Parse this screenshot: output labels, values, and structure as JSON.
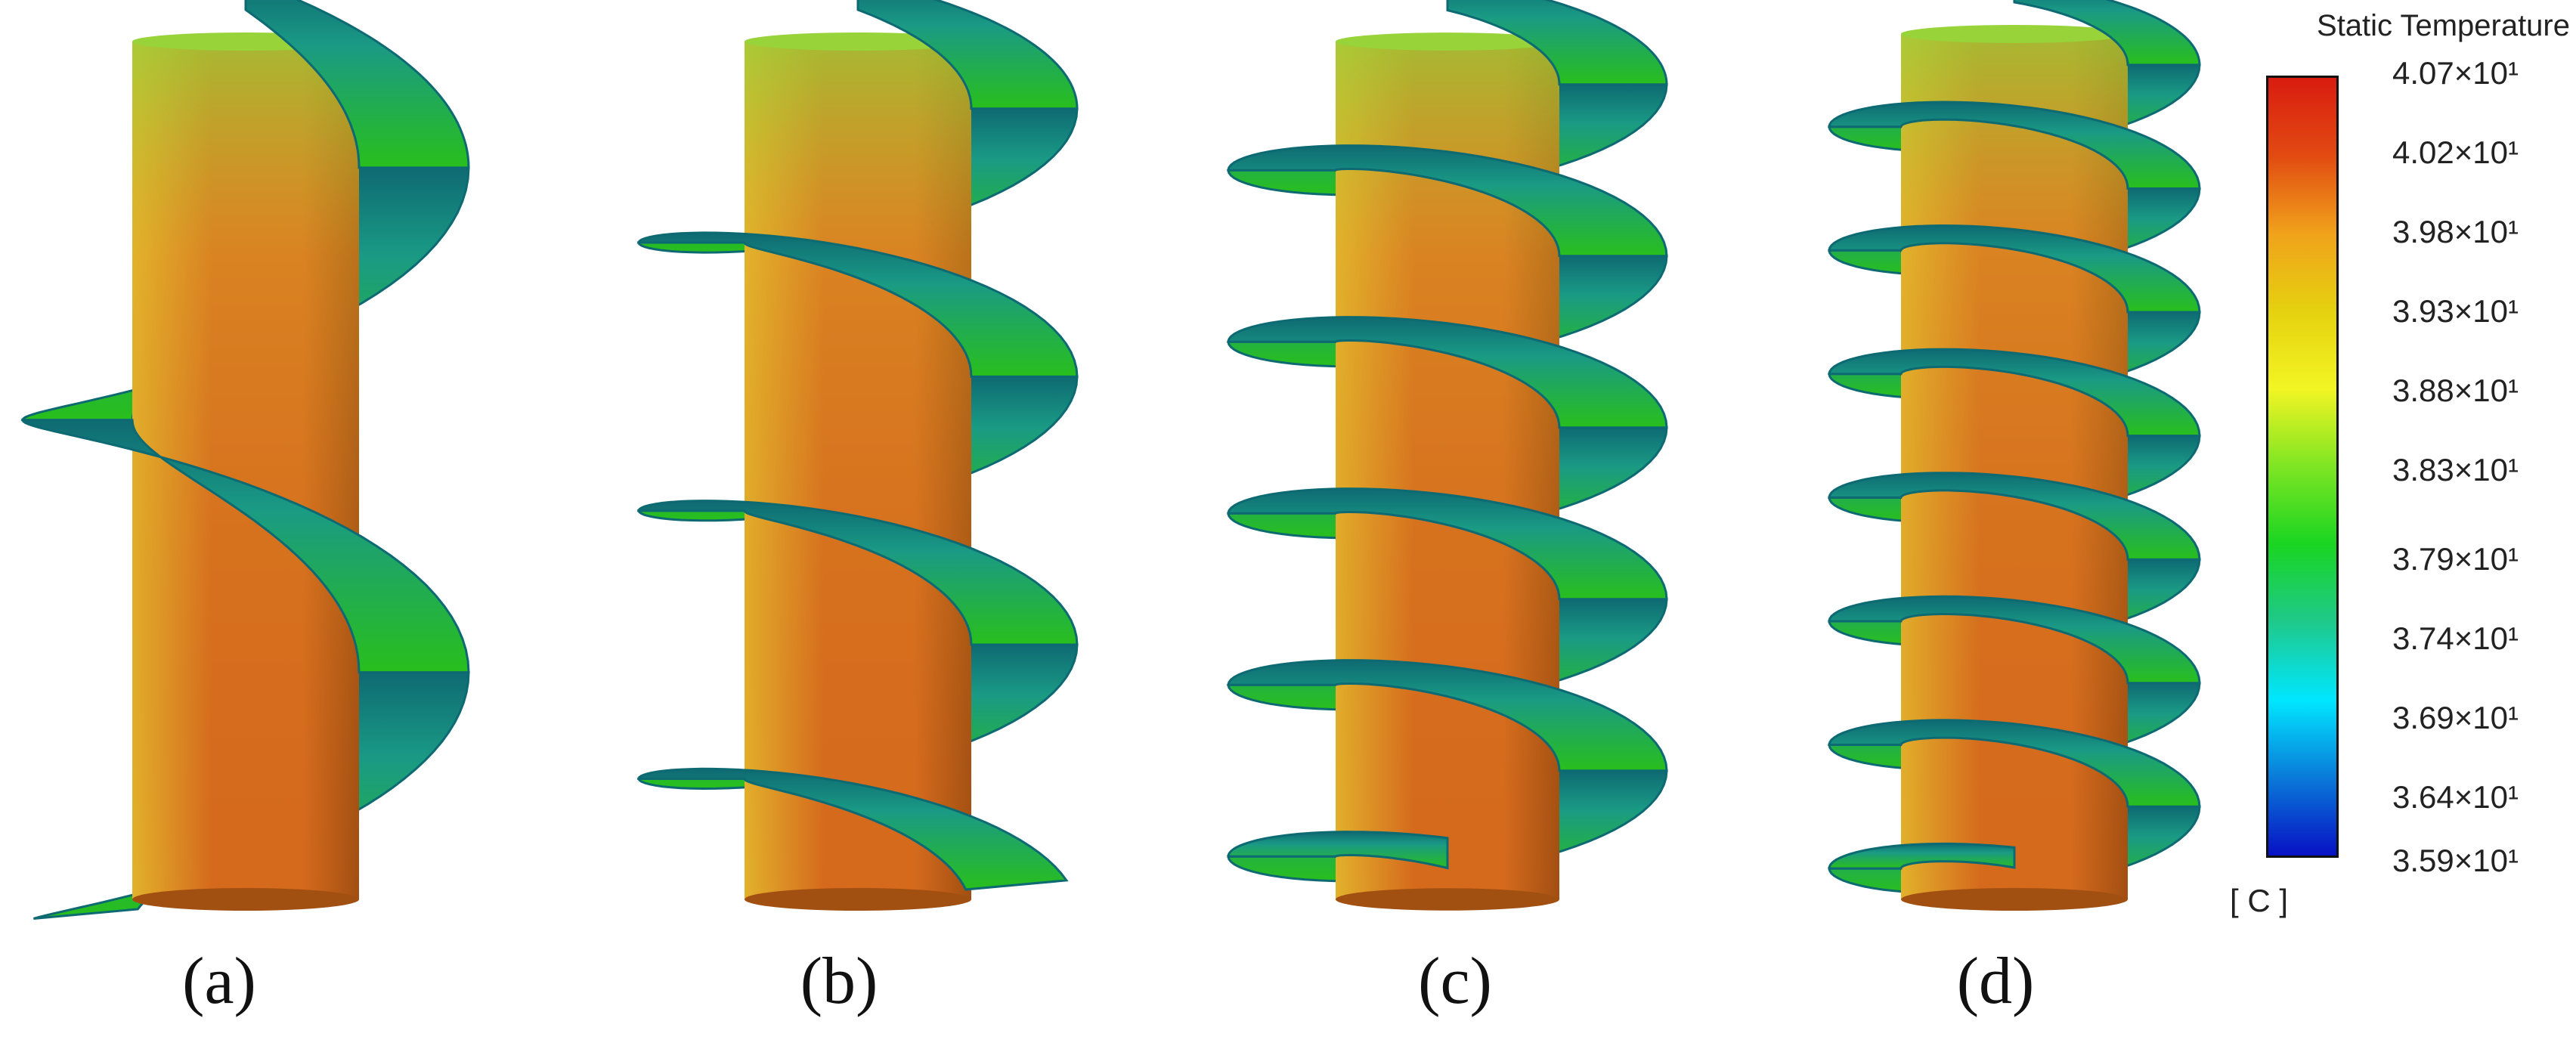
{
  "figure": {
    "panels": [
      {
        "label": "(a)",
        "turns": 1.7
      },
      {
        "label": "(b)",
        "turns": 3.2
      },
      {
        "label": "(c)",
        "turns": 5.0
      },
      {
        "label": "(d)",
        "turns": 7.0
      }
    ]
  },
  "legend": {
    "title": "Static Temperature",
    "unit": "[ C ]",
    "ticks": [
      "4.07×10¹",
      "4.02×10¹",
      "3.98×10¹",
      "3.93×10¹",
      "3.88×10¹",
      "3.83×10¹",
      "3.79×10¹",
      "3.74×10¹",
      "3.69×10¹",
      "3.64×10¹",
      "3.59×10¹"
    ],
    "gradient_stops": [
      "#d91c10",
      "#e24a12",
      "#f0a21b",
      "#e5d10f",
      "#f2f523",
      "#7ee523",
      "#19d522",
      "#1fc98b",
      "#00e7ff",
      "#0a7ad9",
      "#0711c4"
    ]
  },
  "colors": {
    "shaft_dark": "#a24f12",
    "shaft_mid": "#d56a1d",
    "shaft_light": "#e2b22b",
    "shaft_top": "#97d339",
    "blade_dark": "#0e6a72",
    "blade_mid": "#1a9a85",
    "blade_light": "#3ab23f",
    "blade_green": "#28bf1c"
  }
}
